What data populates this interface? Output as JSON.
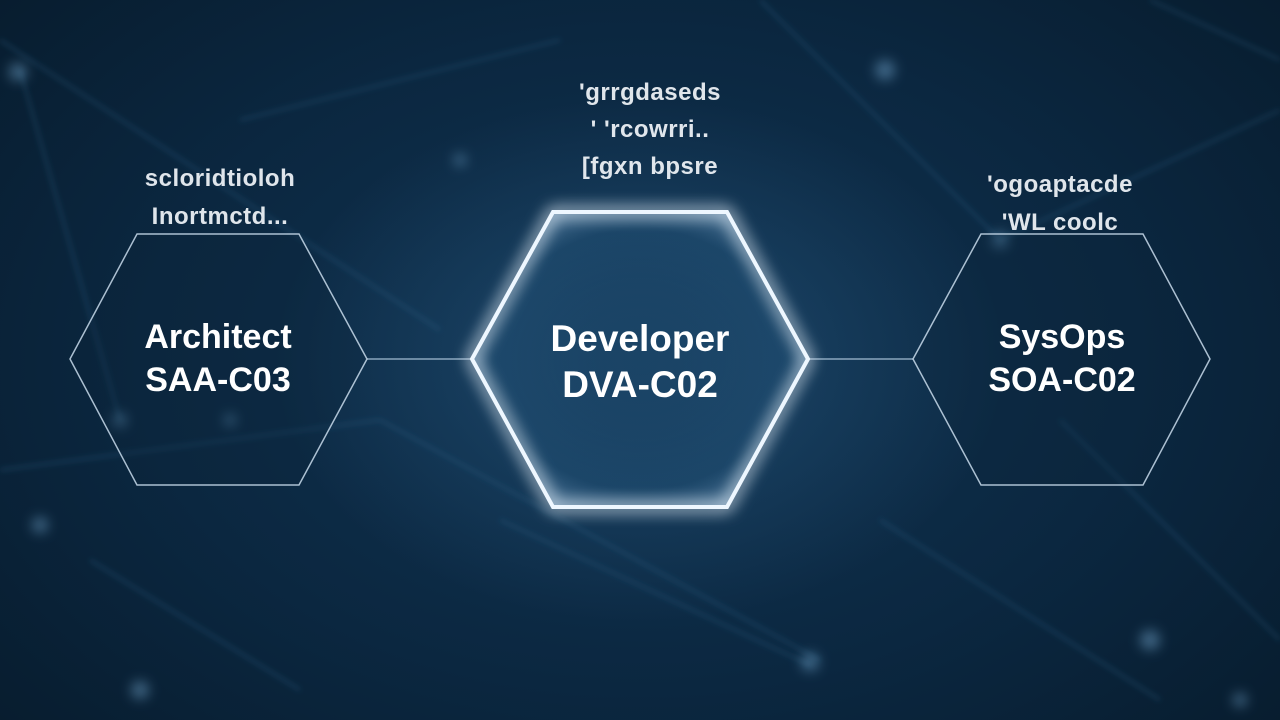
{
  "colors": {
    "background": "#0b2740",
    "hex_stroke": "#c9dcec",
    "hex_glow": "#e8f4ff",
    "text": "#ffffff"
  },
  "nodes": [
    {
      "id": "architect",
      "title": "Architect",
      "code": "SAA-C03",
      "caption": [
        "scloridtioloh",
        "Inortmctd..."
      ],
      "highlighted": false
    },
    {
      "id": "developer",
      "title": "Developer",
      "code": "DVA-C02",
      "caption": [
        "'grrgdaseds",
        "' 'rcowrri..",
        "[fgxn bpsre"
      ],
      "highlighted": true
    },
    {
      "id": "sysops",
      "title": "SysOps",
      "code": "SOA-C02",
      "caption": [
        "'ogoaptacde",
        "'WL coolc"
      ],
      "highlighted": false
    }
  ]
}
